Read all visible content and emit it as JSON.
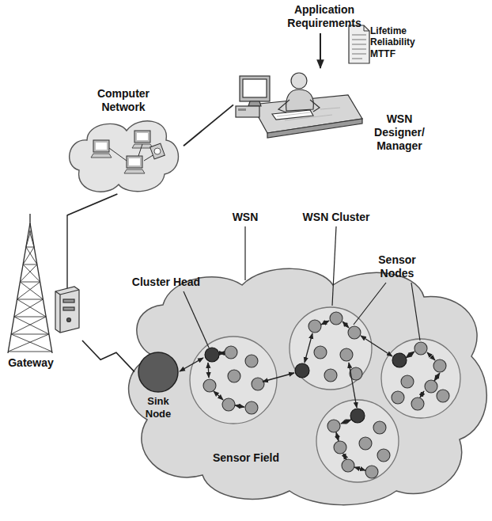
{
  "diagram": {
    "nodes": [
      {
        "text": [
          "Computer Network"
        ]
      },
      {
        "text": [
          "Lifetime Reliability MTTF"
        ]
      },
      {
        "text": [
          "WSN Designer/ Manager"
        ]
      },
      {
        "text": [
          "Gateway"
        ]
      },
      {
        "text": [
          "Sensor Field"
        ]
      },
      {
        "text": [
          "Sink Node"
        ],
        "in": 4
      }
    ],
    "edges": [
      {
        "from": 0,
        "to": 2,
        "arrow": "none"
      },
      {
        "from": 3,
        "to": 0,
        "arrow": "none"
      },
      {
        "from": 3,
        "to": 5,
        "arrow": "none"
      }
    ],
    "labels": [
      "Application Requirements",
      "WSN",
      "WSN Cluster",
      "Sensor Nodes",
      "Cluster Head"
    ]
  }
}
